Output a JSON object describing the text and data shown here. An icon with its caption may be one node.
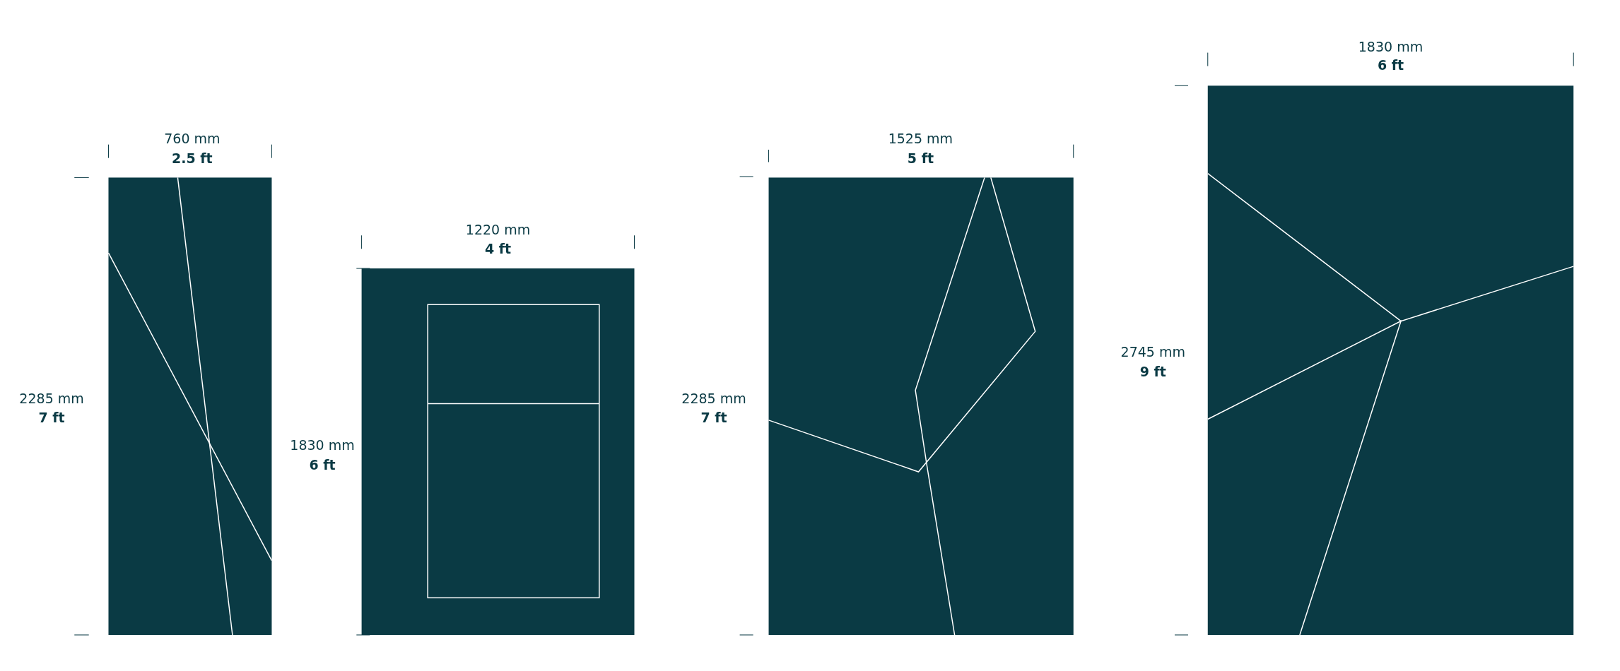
{
  "diagram": {
    "labels": [
      "760 mm",
      "2.5 ft",
      "2285 mm",
      "7 ft",
      "1220 mm",
      "4 ft",
      "1830 mm",
      "6 ft",
      "1525 mm",
      "5 ft",
      "2285 mm",
      "7 ft",
      "1830 mm",
      "6 ft",
      "2745 mm",
      "9 ft"
    ]
  }
}
